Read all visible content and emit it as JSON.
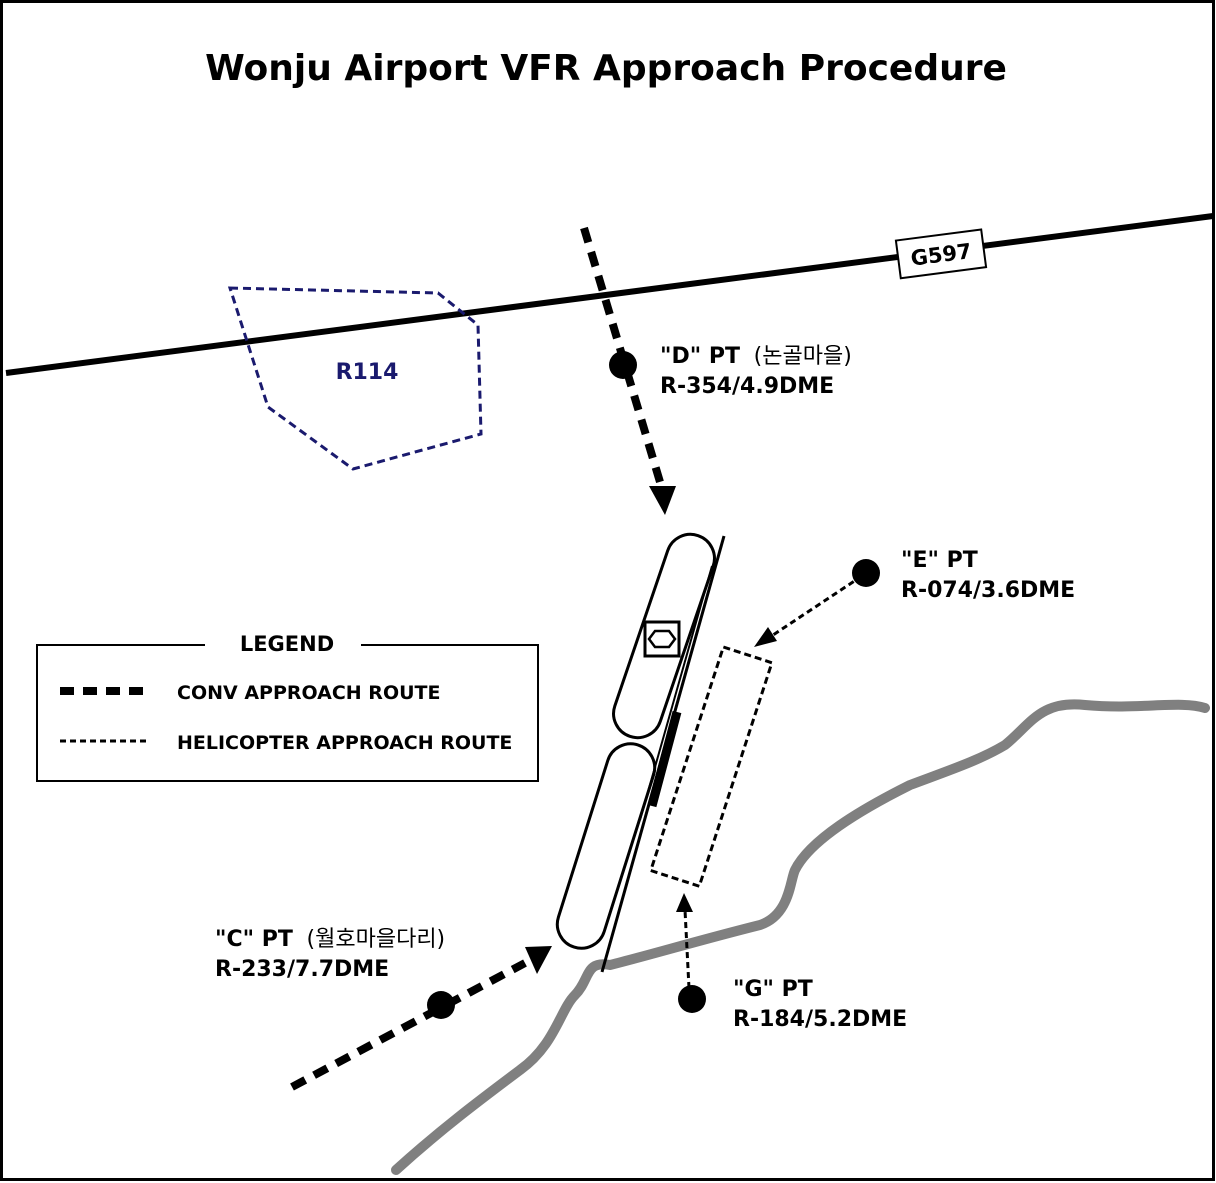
{
  "title": "Wonju Airport VFR Approach Procedure",
  "restricted_area": {
    "label": "R114",
    "color": "#1a1a6e"
  },
  "airway": {
    "label": "G597"
  },
  "points": {
    "d": {
      "name": "\"D\" PT",
      "local": "(논골마을)",
      "radial": "R-354/4.9DME"
    },
    "e": {
      "name": "\"E\" PT",
      "local": "",
      "radial": "R-074/3.6DME"
    },
    "c": {
      "name": "\"C\" PT",
      "local": "(월호마을다리)",
      "radial": "R-233/7.7DME"
    },
    "g": {
      "name": "\"G\" PT",
      "local": "",
      "radial": "R-184/5.2DME"
    }
  },
  "legend": {
    "title": "LEGEND",
    "items": [
      {
        "label": "CONV APPROACH ROUTE",
        "style": "conventional"
      },
      {
        "label": "HELICOPTER APPROACH ROUTE",
        "style": "helicopter"
      }
    ]
  },
  "colors": {
    "ink": "#000000",
    "river": "#808080",
    "restricted": "#1a1a6e"
  },
  "icons": {
    "airport_symbol": "hexagon-icon"
  }
}
